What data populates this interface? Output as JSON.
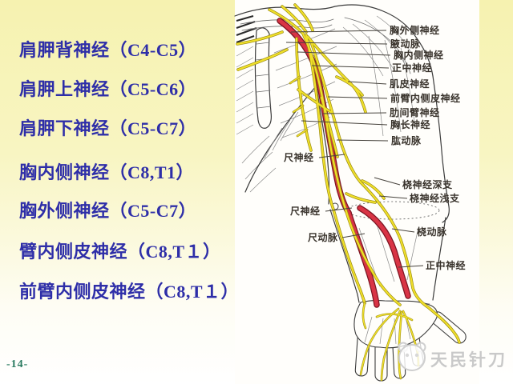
{
  "slide": {
    "page_number": "-14-",
    "watermark_text": "天民针刀",
    "list_text_color": "#2E2EA8",
    "nerve_list": [
      {
        "text": "肩胛背神经（C4-C5）"
      },
      {
        "text": "肩胛上神经（C5-C6）"
      },
      {
        "text": "肩胛下神经（C5-C7）"
      },
      {
        "text": "胸内侧神经（C8,T1）"
      },
      {
        "text": "胸外侧神经（C5-C7）"
      },
      {
        "text": "臂内侧皮神经（C8,T１）"
      },
      {
        "text": "前臂内侧皮神经（C8,T１）"
      }
    ]
  },
  "diagram": {
    "nerve_color": "#F0E02A",
    "artery_color": "#D93445",
    "labels": [
      {
        "text": "胸外侧神经"
      },
      {
        "text": "腋动脉"
      },
      {
        "text": "胸内侧神经"
      },
      {
        "text": "正中神经"
      },
      {
        "text": "肌皮神经"
      },
      {
        "text": "前臂内侧皮神经"
      },
      {
        "text": "肋间臂神经"
      },
      {
        "text": "胸长神经"
      },
      {
        "text": "肱动脉"
      },
      {
        "text": "桡神经深支"
      },
      {
        "text": "桡神经浅支"
      },
      {
        "text": "桡动脉"
      },
      {
        "text": "正中神经"
      },
      {
        "text": "尺神经"
      },
      {
        "text": "尺神经"
      },
      {
        "text": "尺动脉"
      }
    ]
  }
}
